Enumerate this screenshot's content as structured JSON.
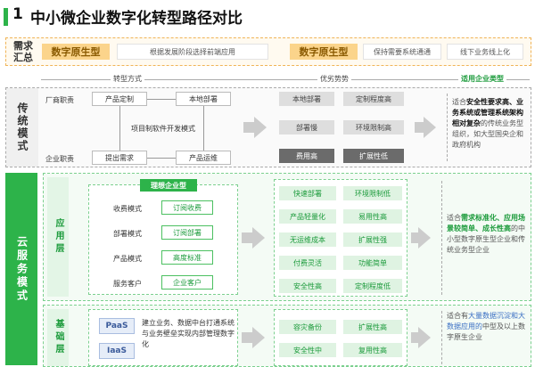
{
  "title": {
    "number": "1",
    "text": "中小微企业数字化转型路径对比"
  },
  "summary": {
    "label": "需求汇总",
    "left_tag": "数字原生型",
    "left_desc": "根据发展阶段选择前端应用",
    "right_tag": "数字原生型",
    "right_desc1": "保持需要系统通通",
    "right_desc2": "线下业务线上化"
  },
  "header": {
    "col1": "转型方式",
    "col2": "优劣势势",
    "col3": "适用企业类型"
  },
  "traditional": {
    "label": "传统模式",
    "vendor_label": "厂商职责",
    "enterprise_label": "企业职责",
    "box_custom": "产品定制",
    "box_local_deploy": "本地部署",
    "center_text": "项目制软件开发模式",
    "box_request": "提出需求",
    "box_operate": "产品运维",
    "pros": [
      "本地部署",
      "定制程度高",
      "部署慢",
      "环境限制高"
    ],
    "cons": [
      "费用高",
      "扩展性低"
    ],
    "desc_lead": "适合",
    "desc_bold": "安全性要求高、业务系统或管理系统架构相对复杂",
    "desc_tail": "的传统业务型组织，如大型国央企和政府机构"
  },
  "cloud": {
    "label": "云服务模式",
    "app_layer": {
      "label": "应用层",
      "tag": "理想企业型",
      "rows": [
        {
          "key": "收费模式",
          "value": "订阅收费"
        },
        {
          "key": "部署模式",
          "value": "订阅部署"
        },
        {
          "key": "产品模式",
          "value": "高度标准"
        },
        {
          "key": "服务客户",
          "value": "企业客户"
        }
      ],
      "benefits": [
        "快速部署",
        "环境限制低",
        "产品轻量化",
        "易用性高",
        "无运维成本",
        "扩展性强",
        "付费灵活",
        "功能简单",
        "安全性高",
        "定制程度低"
      ],
      "desc_lead": "适合",
      "desc_green": "需求标准化、应用场景较简单、成长性高",
      "desc_tail": "的中小型数字原生型企业和传统业务型企业"
    },
    "base_layer": {
      "label": "基础层",
      "paas": "PaaS",
      "iaas": "IaaS",
      "text": "建立业务、数据中台打通系统与业务壁垒实现内部管理数字化",
      "benefits": [
        "容灾备份",
        "扩展性高",
        "安全性中",
        "复用性高"
      ],
      "desc_lead": "适合有",
      "desc_blue": "大量数据沉淀和大数据应用的",
      "desc_tail": "中型及以上数字原生企业"
    }
  }
}
